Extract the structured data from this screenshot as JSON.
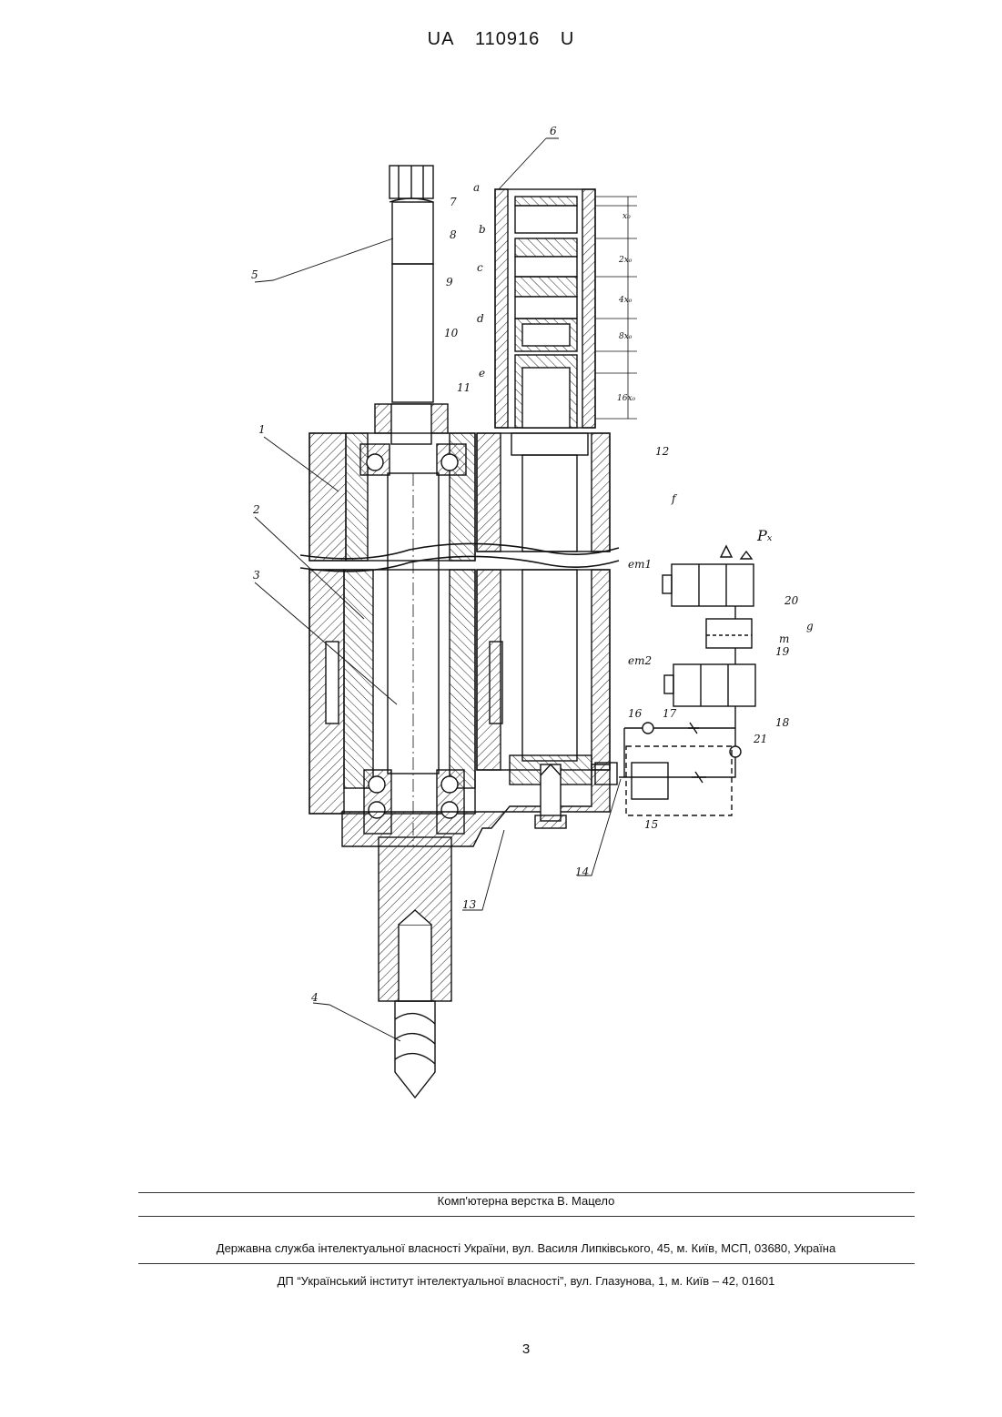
{
  "header": {
    "office": "UA",
    "number": "110916",
    "kind": "U"
  },
  "drawing": {
    "labels": [
      "1",
      "2",
      "3",
      "4",
      "5",
      "6",
      "7",
      "8",
      "9",
      "10",
      "11",
      "12",
      "13",
      "14",
      "15",
      "16",
      "17",
      "18",
      "19",
      "20",
      "21",
      "a",
      "b",
      "c",
      "d",
      "e",
      "f",
      "g",
      "m"
    ],
    "dims": [
      "x₀",
      "2x₀",
      "4x₀",
      "8x₀",
      "16x₀"
    ],
    "symbols": {
      "pressure": "Pₓ",
      "em1": "em1",
      "em2": "em2"
    }
  },
  "footer": {
    "layout": "Комп'ютерна верстка В. Мацело",
    "service": "Державна служба інтелектуальної власності України, вул. Василя Липківського, 45, м. Київ, МСП, 03680, Україна",
    "institute": "ДП “Український інститут інтелектуальної власності”, вул. Глазунова, 1, м. Київ – 42, 01601",
    "page": "3"
  }
}
